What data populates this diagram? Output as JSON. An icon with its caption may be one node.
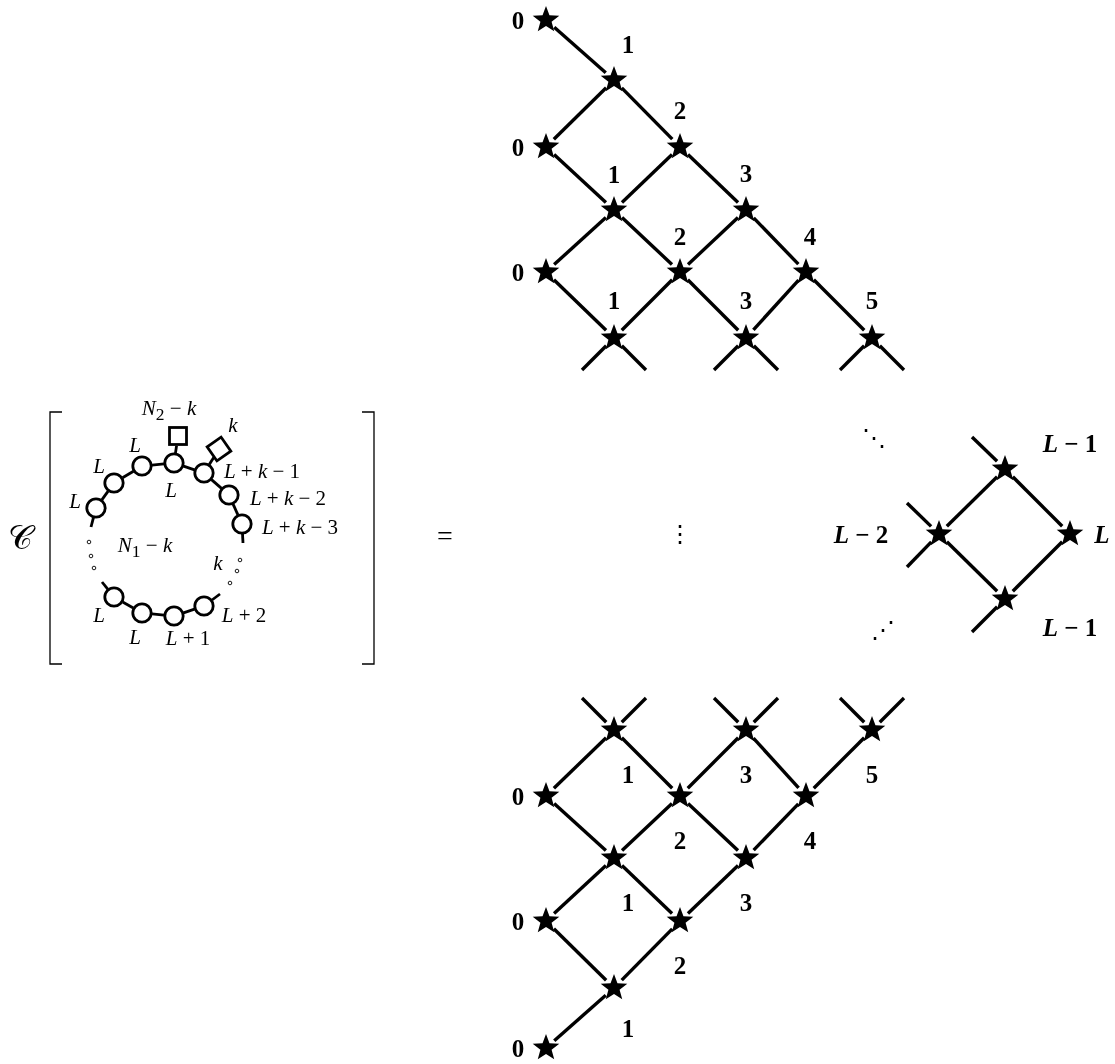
{
  "diagram": {
    "nodes": [
      {
        "text": [],
        "shape": "box",
        "beside": [
          "*N*$_{2}$ − *k*"
        ]
      },
      {
        "text": [],
        "shape": "box",
        "beside": [
          "k"
        ]
      },
      {
        "text": [],
        "shape": "circle",
        "beside": [
          "L"
        ]
      },
      {
        "text": [],
        "shape": "circle",
        "beside": [
          "L"
        ]
      },
      {
        "text": [],
        "shape": "circle",
        "beside": [
          "L"
        ]
      },
      {
        "text": [],
        "shape": "circle",
        "beside": [
          "L"
        ]
      },
      {
        "text": [],
        "shape": "circle",
        "beside": [
          "*L* + *k* − 1"
        ]
      },
      {
        "text": [],
        "shape": "circle",
        "beside": [
          "*L* + *k* − 2"
        ]
      },
      {
        "text": [],
        "shape": "circle",
        "beside": [
          "*L* + *k* − 3"
        ]
      },
      {
        "text": [],
        "shape": "circle",
        "beside": [
          "L"
        ]
      },
      {
        "text": [],
        "shape": "circle",
        "beside": [
          "L"
        ]
      },
      {
        "text": [],
        "shape": "circle",
        "beside": [
          "*L* + 1"
        ]
      },
      {
        "text": [],
        "shape": "circle",
        "beside": [
          "*L* + 2"
        ]
      },
      {
        "text": [],
        "shape": "star",
        "beside": [
          "0"
        ]
      },
      {
        "text": [],
        "shape": "star",
        "beside": [
          "1"
        ]
      },
      {
        "text": [],
        "shape": "star",
        "beside": [
          "0"
        ]
      },
      {
        "text": [],
        "shape": "star",
        "beside": [
          "2"
        ]
      },
      {
        "text": [],
        "shape": "star",
        "beside": [
          "1"
        ]
      },
      {
        "text": [],
        "shape": "star",
        "beside": [
          "3"
        ]
      },
      {
        "text": [],
        "shape": "star",
        "beside": [
          "0"
        ]
      },
      {
        "text": [],
        "shape": "star",
        "beside": [
          "2"
        ]
      },
      {
        "text": [],
        "shape": "star",
        "beside": [
          "4"
        ]
      },
      {
        "text": [],
        "shape": "star",
        "beside": [
          "1"
        ]
      },
      {
        "text": [],
        "shape": "star",
        "beside": [
          "3"
        ]
      },
      {
        "text": [],
        "shape": "star",
        "beside": [
          "5"
        ]
      },
      {
        "text": [],
        "shape": "star",
        "beside": [
          "*L* − 1"
        ]
      },
      {
        "text": [],
        "shape": "star",
        "beside": [
          "*L* − 2"
        ]
      },
      {
        "text": [],
        "shape": "star",
        "beside": [
          "L"
        ]
      },
      {
        "text": [],
        "shape": "star",
        "beside": [
          "*L* − 1"
        ]
      },
      {
        "text": [],
        "shape": "star",
        "beside": [
          "1"
        ]
      },
      {
        "text": [],
        "shape": "star",
        "beside": [
          "3"
        ]
      },
      {
        "text": [],
        "shape": "star",
        "beside": [
          "5"
        ]
      },
      {
        "text": [],
        "shape": "star",
        "beside": [
          "0"
        ]
      },
      {
        "text": [],
        "shape": "star",
        "beside": [
          "2"
        ]
      },
      {
        "text": [],
        "shape": "star",
        "beside": [
          "4"
        ]
      },
      {
        "text": [],
        "shape": "star",
        "beside": [
          "1"
        ]
      },
      {
        "text": [],
        "shape": "star",
        "beside": [
          "3"
        ]
      },
      {
        "text": [],
        "shape": "star",
        "beside": [
          "0"
        ]
      },
      {
        "text": [],
        "shape": "star",
        "beside": [
          "2"
        ]
      },
      {
        "text": [],
        "shape": "star",
        "beside": [
          "1"
        ]
      },
      {
        "text": [],
        "shape": "star",
        "beside": [
          "0"
        ]
      }
    ],
    "edges": [
      {
        "from": 2,
        "to": 3,
        "arrow": "none"
      },
      {
        "from": 3,
        "to": 4,
        "arrow": "none"
      },
      {
        "from": 4,
        "to": 5,
        "arrow": "none"
      },
      {
        "from": 5,
        "to": 6,
        "arrow": "none"
      },
      {
        "from": 6,
        "to": 7,
        "arrow": "none"
      },
      {
        "from": 7,
        "to": 8,
        "arrow": "none"
      },
      {
        "from": 0,
        "to": 5,
        "arrow": "none"
      },
      {
        "from": 1,
        "to": 6,
        "arrow": "none"
      },
      {
        "from": 9,
        "to": 10,
        "arrow": "none"
      },
      {
        "from": 10,
        "to": 11,
        "arrow": "none"
      },
      {
        "from": 11,
        "to": 12,
        "arrow": "none"
      },
      {
        "from": 2,
        "to": null,
        "arrow": "none"
      },
      {
        "from": 8,
        "to": null,
        "arrow": "none"
      },
      {
        "from": 9,
        "to": null,
        "arrow": "none"
      },
      {
        "from": 12,
        "to": null,
        "arrow": "none"
      },
      {
        "from": 13,
        "to": 14,
        "arrow": "none"
      },
      {
        "from": 14,
        "to": 15,
        "arrow": "none"
      },
      {
        "from": 14,
        "to": 16,
        "arrow": "none"
      },
      {
        "from": 15,
        "to": 17,
        "arrow": "none"
      },
      {
        "from": 16,
        "to": 17,
        "arrow": "none"
      },
      {
        "from": 16,
        "to": 18,
        "arrow": "none"
      },
      {
        "from": 17,
        "to": 19,
        "arrow": "none"
      },
      {
        "from": 17,
        "to": 20,
        "arrow": "none"
      },
      {
        "from": 18,
        "to": 20,
        "arrow": "none"
      },
      {
        "from": 18,
        "to": 21,
        "arrow": "none"
      },
      {
        "from": 19,
        "to": 22,
        "arrow": "none"
      },
      {
        "from": 20,
        "to": 22,
        "arrow": "none"
      },
      {
        "from": 20,
        "to": 23,
        "arrow": "none"
      },
      {
        "from": 21,
        "to": 23,
        "arrow": "none"
      },
      {
        "from": 21,
        "to": 24,
        "arrow": "none"
      },
      {
        "from": 22,
        "to": null,
        "arrow": "none"
      },
      {
        "from": 22,
        "to": null,
        "arrow": "none"
      },
      {
        "from": 23,
        "to": null,
        "arrow": "none"
      },
      {
        "from": 23,
        "to": null,
        "arrow": "none"
      },
      {
        "from": 24,
        "to": null,
        "arrow": "none"
      },
      {
        "from": 24,
        "to": null,
        "arrow": "none"
      },
      {
        "from": 25,
        "to": null,
        "arrow": "none"
      },
      {
        "from": 25,
        "to": 26,
        "arrow": "none"
      },
      {
        "from": 25,
        "to": 27,
        "arrow": "none"
      },
      {
        "from": 26,
        "to": null,
        "arrow": "none"
      },
      {
        "from": 26,
        "to": null,
        "arrow": "none"
      },
      {
        "from": 26,
        "to": 28,
        "arrow": "none"
      },
      {
        "from": 27,
        "to": 28,
        "arrow": "none"
      },
      {
        "from": 28,
        "to": null,
        "arrow": "none"
      },
      {
        "from": 29,
        "to": null,
        "arrow": "none"
      },
      {
        "from": 29,
        "to": null,
        "arrow": "none"
      },
      {
        "from": 30,
        "to": null,
        "arrow": "none"
      },
      {
        "from": 30,
        "to": null,
        "arrow": "none"
      },
      {
        "from": 31,
        "to": null,
        "arrow": "none"
      },
      {
        "from": 31,
        "to": null,
        "arrow": "none"
      },
      {
        "from": 29,
        "to": 32,
        "arrow": "none"
      },
      {
        "from": 29,
        "to": 33,
        "arrow": "none"
      },
      {
        "from": 30,
        "to": 33,
        "arrow": "none"
      },
      {
        "from": 30,
        "to": 34,
        "arrow": "none"
      },
      {
        "from": 31,
        "to": 34,
        "arrow": "none"
      },
      {
        "from": 32,
        "to": 35,
        "arrow": "none"
      },
      {
        "from": 33,
        "to": 35,
        "arrow": "none"
      },
      {
        "from": 33,
        "to": 36,
        "arrow": "none"
      },
      {
        "from": 34,
        "to": 36,
        "arrow": "none"
      },
      {
        "from": 35,
        "to": 37,
        "arrow": "none"
      },
      {
        "from": 35,
        "to": 38,
        "arrow": "none"
      },
      {
        "from": 36,
        "to": 38,
        "arrow": "none"
      },
      {
        "from": 37,
        "to": 39,
        "arrow": "none"
      },
      {
        "from": 38,
        "to": 39,
        "arrow": "none"
      },
      {
        "from": 39,
        "to": 40,
        "arrow": "none"
      }
    ],
    "labels": [
      "𝒞",
      "*N*$_{1}$ − *k*",
      "k",
      "=",
      "⋱",
      "⋮",
      "⋰"
    ]
  }
}
